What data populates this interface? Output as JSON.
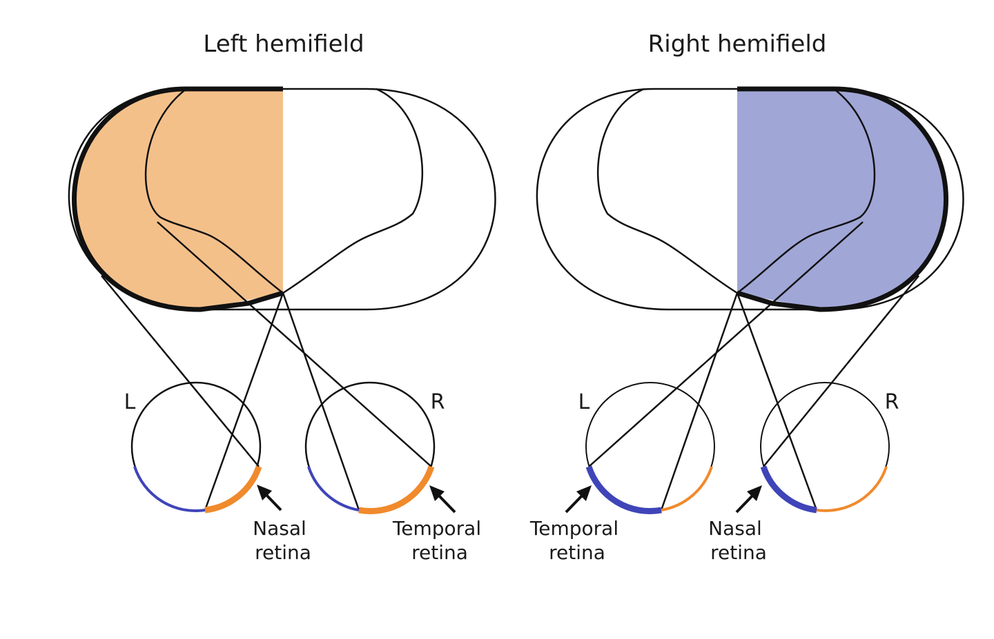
{
  "titles": {
    "left": "Left hemifield",
    "right": "Right hemifield"
  },
  "eye_letters": {
    "left_panel_left_eye": "L",
    "left_panel_right_eye": "R",
    "right_panel_left_eye": "L",
    "right_panel_right_eye": "R"
  },
  "retina_labels": {
    "nasal_left": {
      "line1": "Nasal",
      "line2": "retina"
    },
    "temporal_left": {
      "line1": "Temporal",
      "line2": "retina"
    },
    "temporal_right": {
      "line1": "Temporal",
      "line2": "retina"
    },
    "nasal_right": {
      "line1": "Nasal",
      "line2": "retina"
    }
  },
  "colors": {
    "left_hemifield_fill": "#f4c08a",
    "right_hemifield_fill": "#a0a6d6",
    "orange_retina": "#f08a2c",
    "blue_retina": "#3f45b8",
    "stroke": "#111111"
  }
}
